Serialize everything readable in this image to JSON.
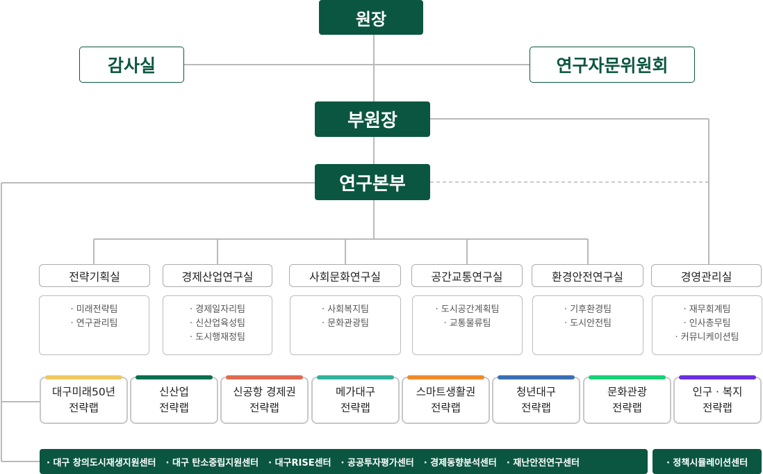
{
  "top": {
    "director": "원장",
    "audit": "감사실",
    "advisory": "연구자문위원회",
    "vice_director": "부원장",
    "research_hq": "연구본부"
  },
  "departments": [
    {
      "name": "전략기획실",
      "teams": [
        "미래전략팀",
        "연구관리팀"
      ]
    },
    {
      "name": "경제산업연구실",
      "teams": [
        "경제일자리팀",
        "신산업육성팀",
        "도시행재정팀"
      ]
    },
    {
      "name": "사회문화연구실",
      "teams": [
        "사회복지팀",
        "문화관광팀"
      ]
    },
    {
      "name": "공간교통연구실",
      "teams": [
        "도시공간계획팀",
        "교통물류팀"
      ]
    },
    {
      "name": "환경안전연구실",
      "teams": [
        "기후환경팀",
        "도시안전팀"
      ]
    },
    {
      "name": "경영관리실",
      "teams": [
        "재무회계팀",
        "인사총무팀",
        "커뮤니케이션팀"
      ]
    }
  ],
  "labs": [
    {
      "line1": "대구미래50년",
      "line2": "전략랩",
      "color": "#f0c860"
    },
    {
      "line1": "신산업",
      "line2": "전략랩",
      "color": "#0b6e4f"
    },
    {
      "line1": "신공항 경제권",
      "line2": "전략랩",
      "color": "#e06a52"
    },
    {
      "line1": "메가대구",
      "line2": "전략랩",
      "color": "#2fb39d"
    },
    {
      "line1": "스마트생활권",
      "line2": "전략랩",
      "color": "#ef8a2a"
    },
    {
      "line1": "청년대구",
      "line2": "전략랩",
      "color": "#3b6fb5"
    },
    {
      "line1": "문화관광",
      "line2": "전략랩",
      "color": "#18d077"
    },
    {
      "line1": "인구 · 복지",
      "line2": "전략랩",
      "color": "#6b2fe0"
    }
  ],
  "centers": [
    "대구 창의도시재생지원센터",
    "대구 탄소중립지원센터",
    "대구RISE센터",
    "공공투자평가센터",
    "경제동향분석센터",
    "재난안전연구센터"
  ],
  "policy_center": "정책시뮬레이션센터"
}
